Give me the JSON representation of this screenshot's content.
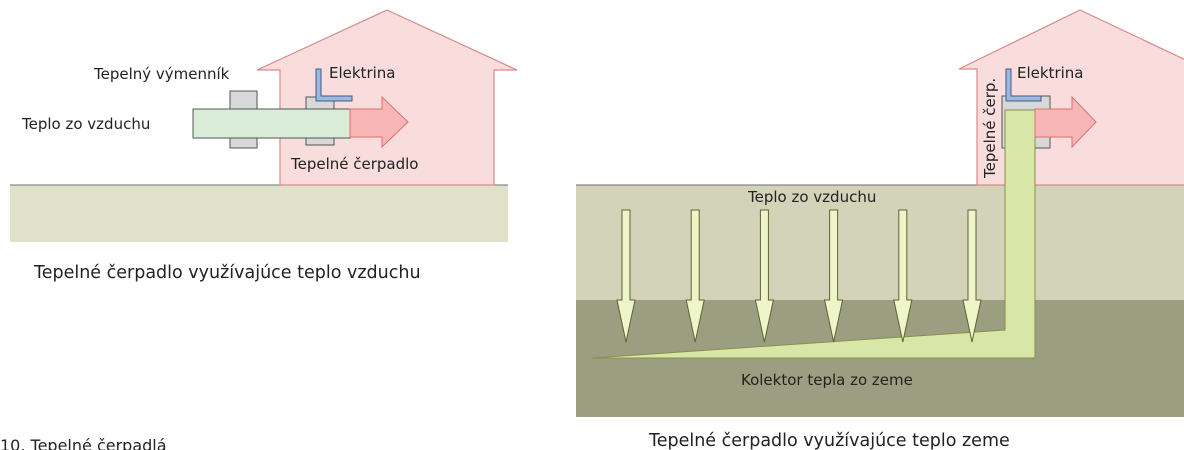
{
  "colors": {
    "house_fill": "#f9dcdc",
    "house_stroke": "#d98a8a",
    "ground_light": "#dfe1c8",
    "ground_mid": "#d2d3b9",
    "ground_dark": "#9c9e81",
    "air_pipe": "#d8ecd7",
    "heat_arrow": "#f6b6b6",
    "exchanger": "#d8d8d8",
    "electric": "#9db8dd",
    "collector": "#d8e6a8",
    "collector_stroke": "#8a8f4a"
  },
  "left_diagram": {
    "label_exchanger": "Tepelný výmenník",
    "label_electricity": "Elektrina",
    "label_air_heat": "Teplo zo vzduchu",
    "label_heat_pump": "Tepelné čerpadlo",
    "caption": "Tepelné čerpadlo využívajúce teplo vzduchu"
  },
  "right_diagram": {
    "label_heat_pump_short": "Tepelné čerp.",
    "label_electricity": "Elektrina",
    "label_air_heat": "Teplo zo vzduchu",
    "label_collector": "Kolektor tepla zo zeme",
    "caption": "Tepelné čerpadlo využívajúce teplo zeme",
    "down_arrow_count": 6
  },
  "figure_caption": "10. Tepelné čerpadlá"
}
